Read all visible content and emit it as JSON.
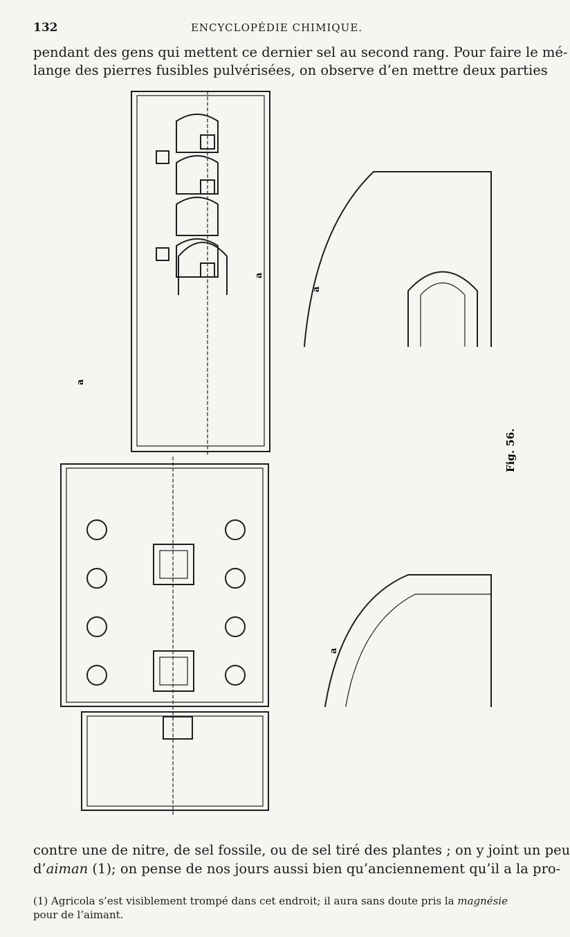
{
  "header": {
    "page_number": "132",
    "running_title": "ENCYCLOPÉDIE CHIMIQUE."
  },
  "body_top": [
    "pendant des gens qui mettent ce dernier sel au second rang. Pour faire le mé-",
    "lange des pierres fusibles pulvérisées, on observe d’en mettre deux parties"
  ],
  "body_bottom": {
    "line1": "contre une de nitre, de sel fossile, ou de sel tiré des plantes ; on y joint un peu",
    "line2_prefix": "d’",
    "line2_italic": "aiman",
    "line2_rest": " (1); on pense de nos jours aussi bien qu’anciennement qu’il a la pro-"
  },
  "footnote": {
    "part1": "(1) Agricola s’est visiblement trompé dans cet endroit; il aura sans doute pris la ",
    "italic": "magnésie",
    "part2": "pour de l’aimant."
  },
  "figure": {
    "label": "Fig. 56.",
    "letters": {
      "top": "a",
      "arc_upper": "a",
      "left": "a",
      "arc_lower": "a"
    }
  }
}
